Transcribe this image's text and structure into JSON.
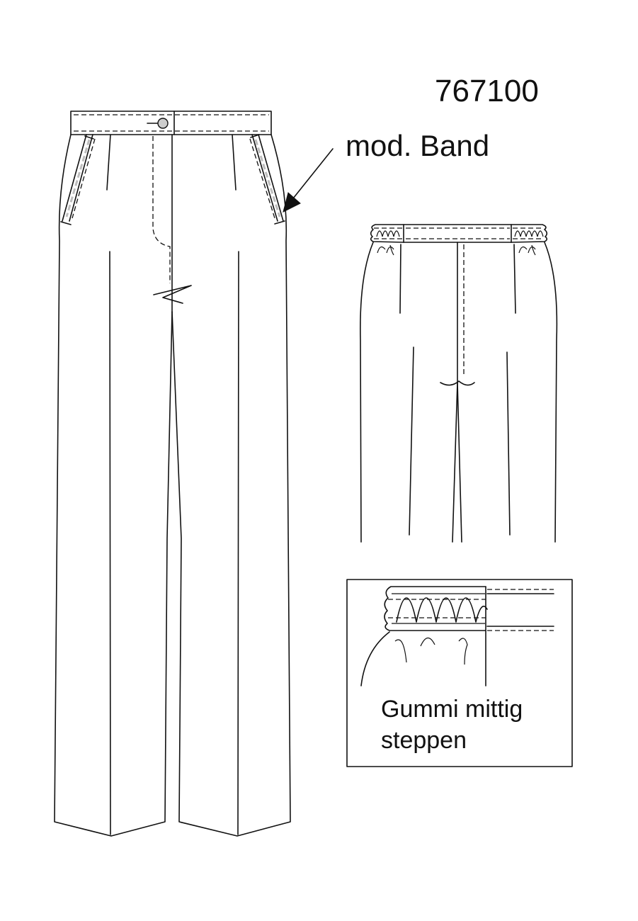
{
  "article_number": "767100",
  "callout_label": "mod. Band",
  "detail_caption": [
    "Gummi mittig",
    "steppen"
  ],
  "colors": {
    "line": "#111111",
    "stitch_gray": "#bdbdbd",
    "button": "#cccccc",
    "background": "#ffffff"
  }
}
